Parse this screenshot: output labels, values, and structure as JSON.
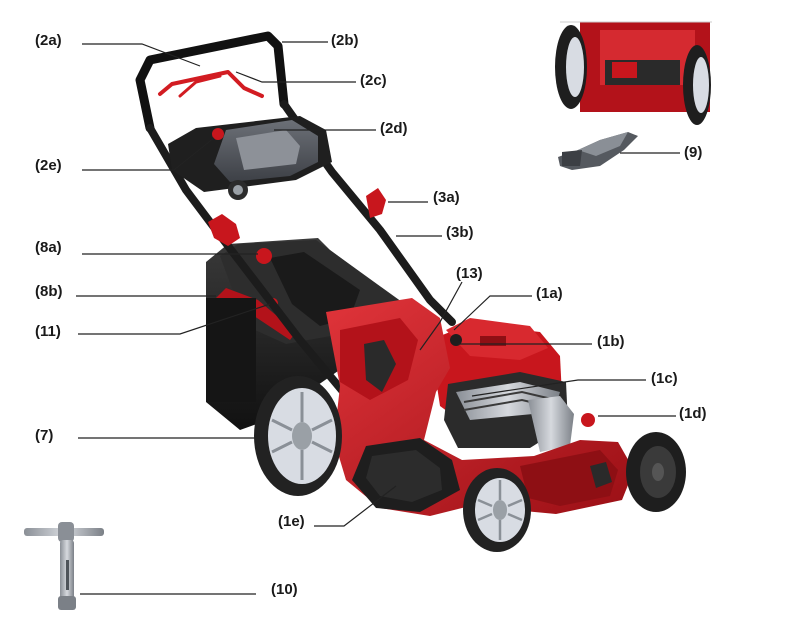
{
  "labels": {
    "l2a": "(2a)",
    "l2b": "(2b)",
    "l2c": "(2c)",
    "l2d": "(2d)",
    "l2e": "(2e)",
    "l9": "(9)",
    "l3a": "(3a)",
    "l3b": "(3b)",
    "l8a": "(8a)",
    "l13": "(13)",
    "l8b": "(8b)",
    "l1a": "(1a)",
    "l11": "(11)",
    "l1b": "(1b)",
    "l1c": "(1c)",
    "l1d": "(1d)",
    "l7": "(7)",
    "l1e": "(1e)",
    "l10": "(10)"
  },
  "colors": {
    "mower_red": "#c8161d",
    "mower_dark_red": "#8e0f14",
    "engine_dark": "#2b2b2b",
    "catcher_black": "#1c1c1c",
    "wheel_grey": "#d8dce3",
    "tire_black": "#222222",
    "leader_line": "#222222"
  }
}
